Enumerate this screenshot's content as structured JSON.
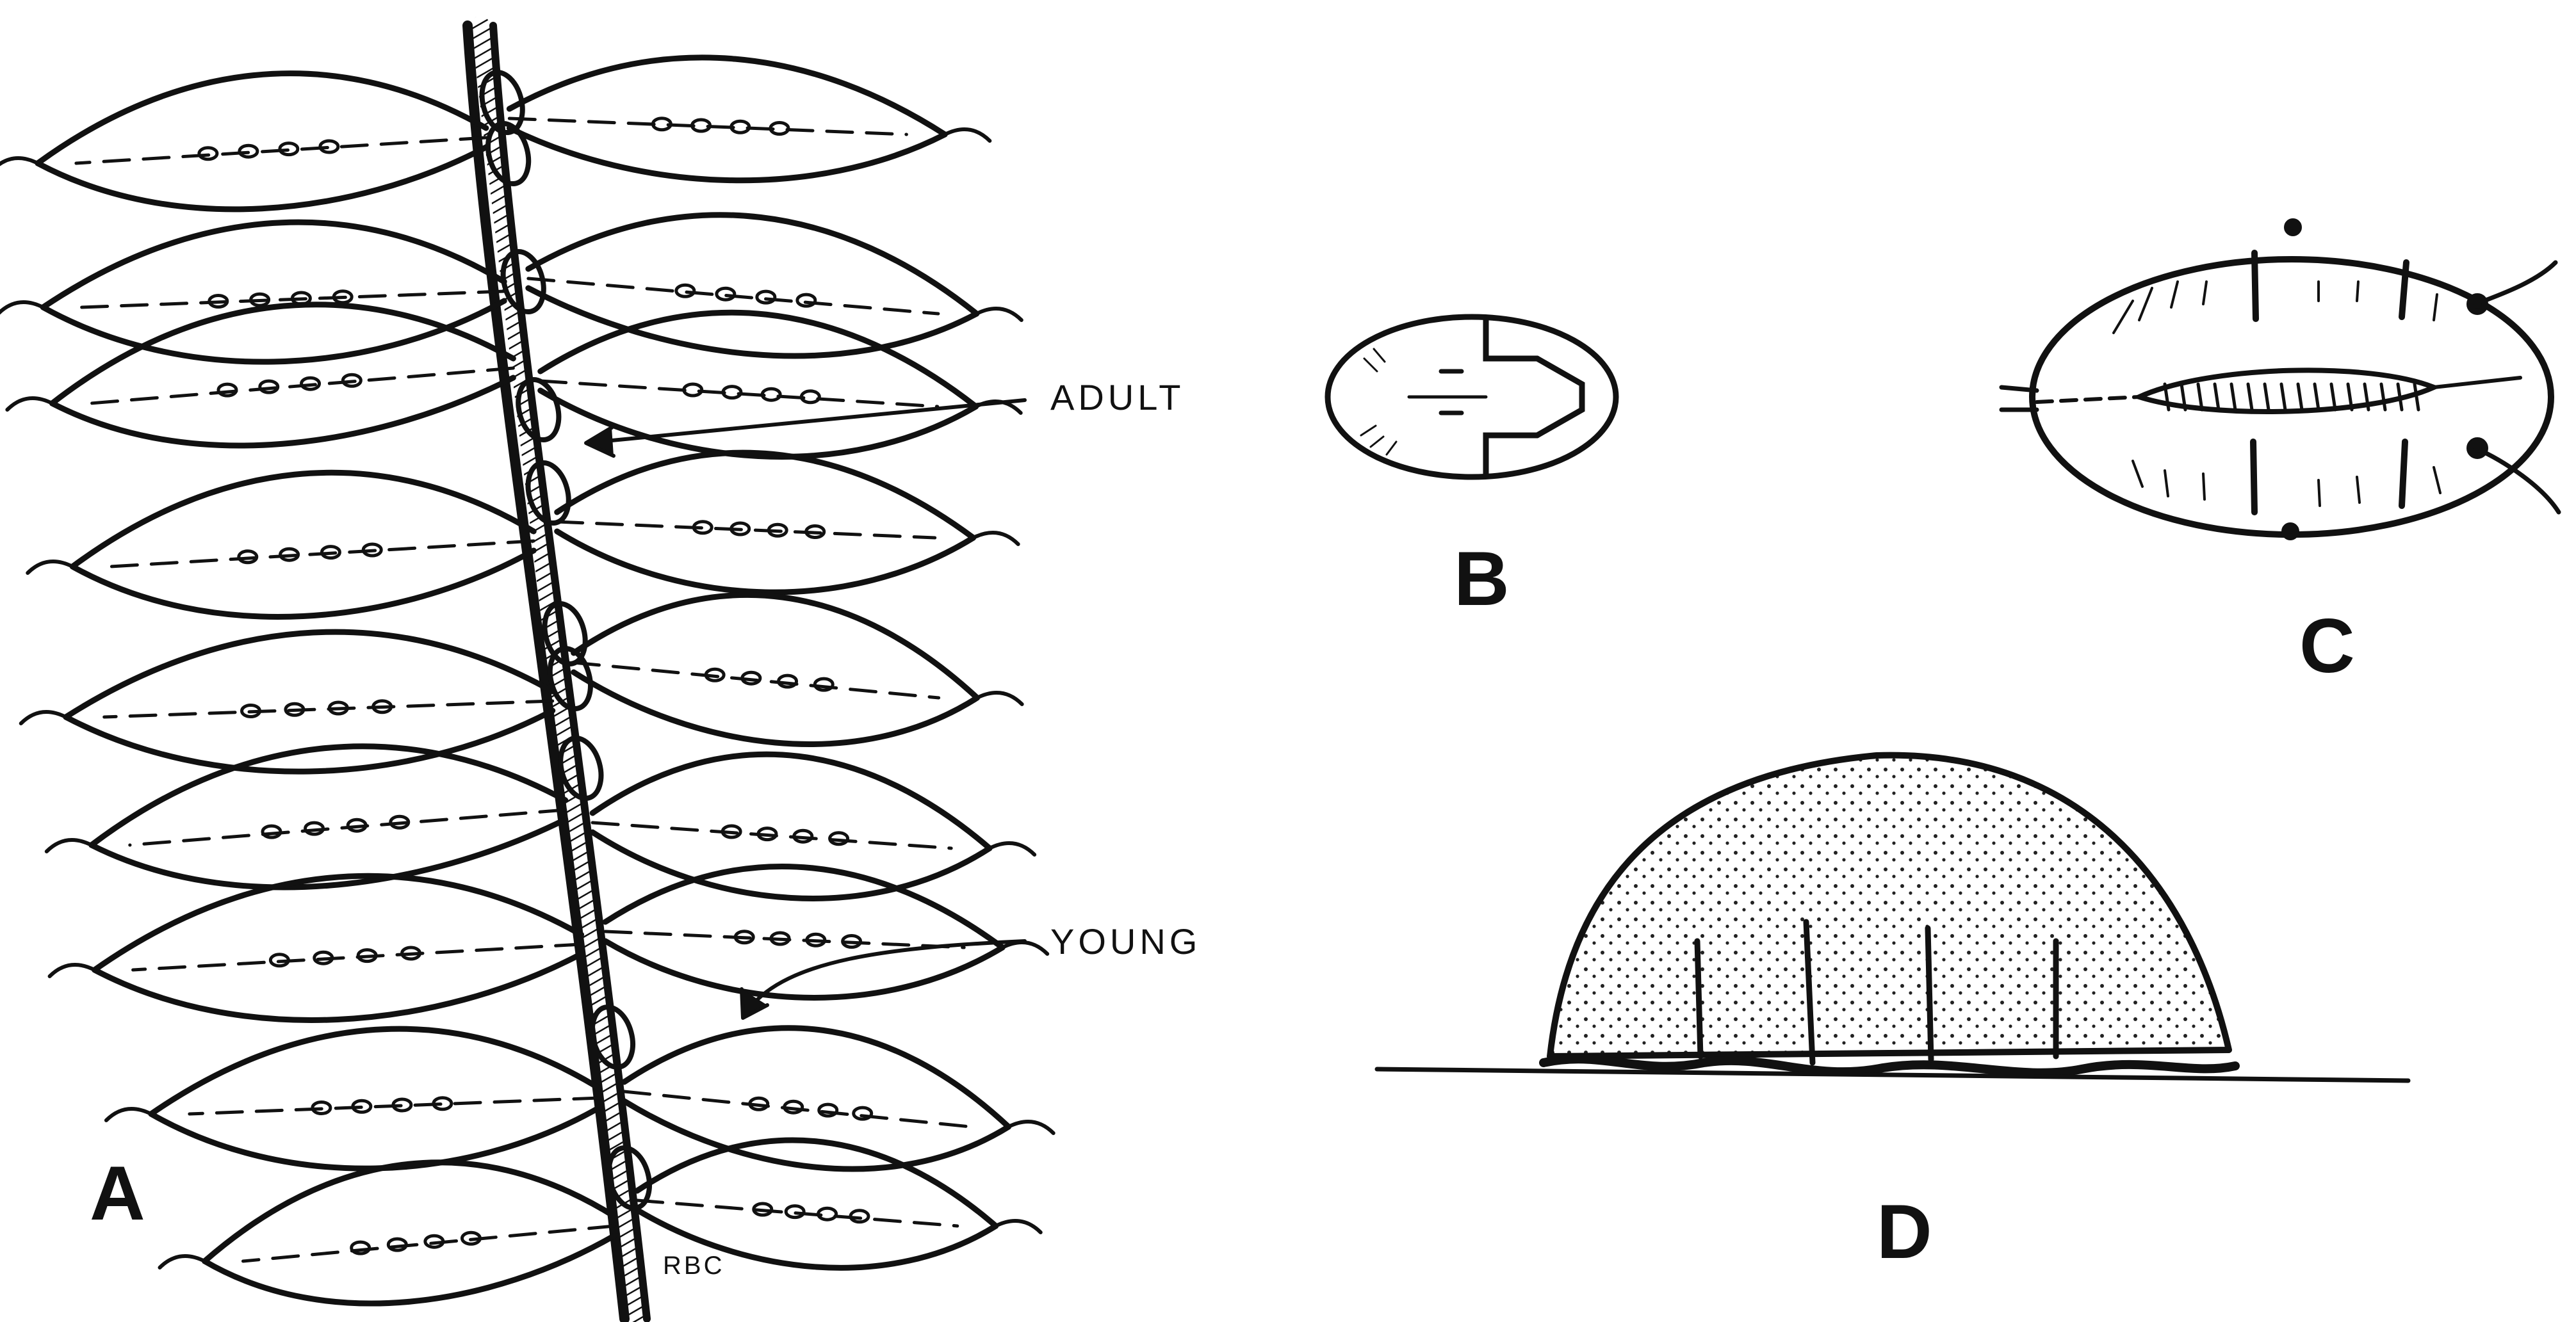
{
  "figure": {
    "panels": [
      {
        "id": "A",
        "label": "A"
      },
      {
        "id": "B",
        "label": "B"
      },
      {
        "id": "C",
        "label": "C"
      },
      {
        "id": "D",
        "label": "D"
      }
    ],
    "annotations": {
      "adult": "ADULT",
      "young": "YOUNG",
      "rbc": "RBC"
    }
  },
  "colors": {
    "ink": "#111111",
    "paper": "#ffffff"
  }
}
